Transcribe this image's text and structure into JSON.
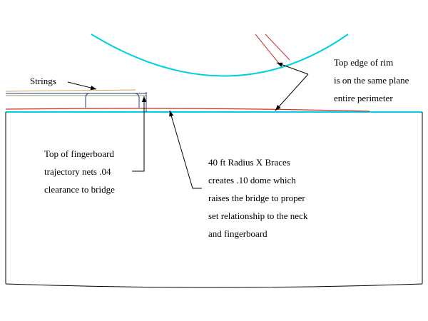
{
  "labels": {
    "strings": "Strings",
    "rim_line1": "Top edge of rim",
    "rim_line2": "is on the same plane",
    "rim_line3": "entire perimeter",
    "fb_line1": "Top of fingerboard",
    "fb_line2": "trajectory nets .04",
    "fb_line3": "clearance to bridge",
    "brace_line1": "40 ft Radius X Braces",
    "brace_line2": "creates .10 dome which",
    "brace_line3": "raises the bridge to proper",
    "brace_line4": "set relationship to the neck",
    "brace_line5": "and fingerboard"
  },
  "colors": {
    "cyan": "#00d0e0",
    "red": "#c83232",
    "orange": "#d9a050",
    "green": "#8aa050",
    "navy": "#2a3a8a",
    "black": "#000000"
  }
}
